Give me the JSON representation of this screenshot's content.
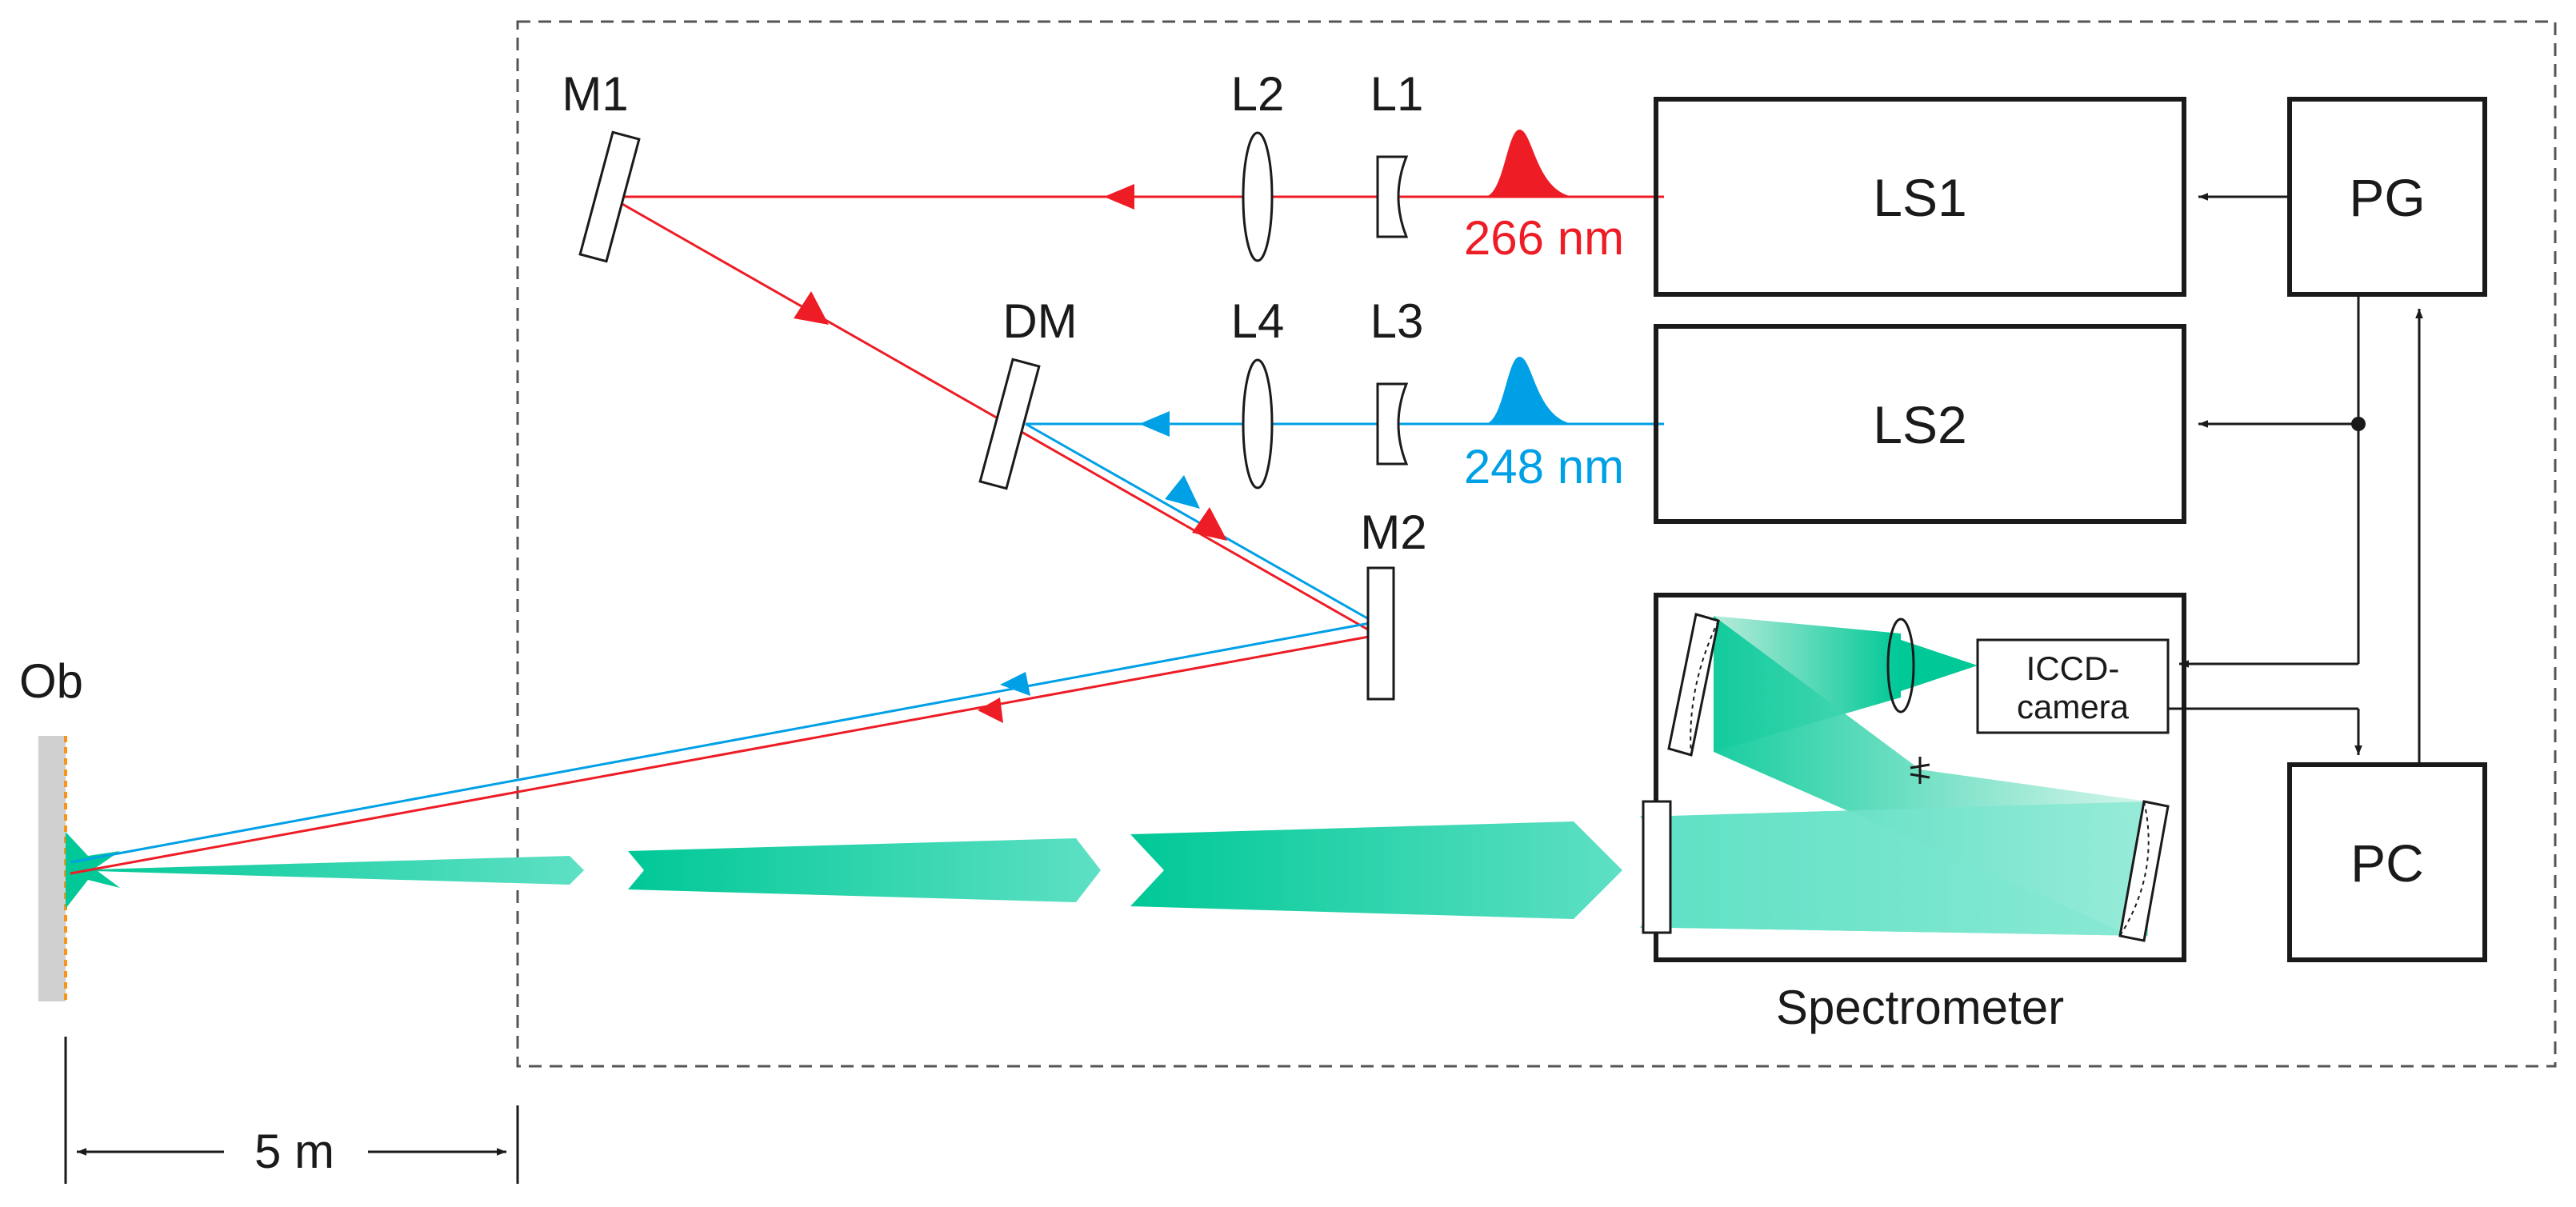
{
  "labels": {
    "m1": "M1",
    "m2": "M2",
    "l1": "L1",
    "l2": "L2",
    "l3": "L3",
    "l4": "L4",
    "dm": "DM",
    "ob": "Ob",
    "ls1": "LS1",
    "ls2": "LS2",
    "pg": "PG",
    "pc": "PC",
    "camera_line1": "ICCD-",
    "camera_line2": "camera",
    "spectrometer": "Spectrometer",
    "wavelength_red": "266 nm",
    "wavelength_blue": "248 nm",
    "distance": "5 m"
  },
  "colors": {
    "red_beam": "#ee1c25",
    "blue_beam": "#00a0e6",
    "return_light": "#00c896",
    "outline": "#1a1a1a",
    "dashed_frame": "#555555",
    "object_plate": "#d0d0d0",
    "object_surface": "#f7941d"
  }
}
